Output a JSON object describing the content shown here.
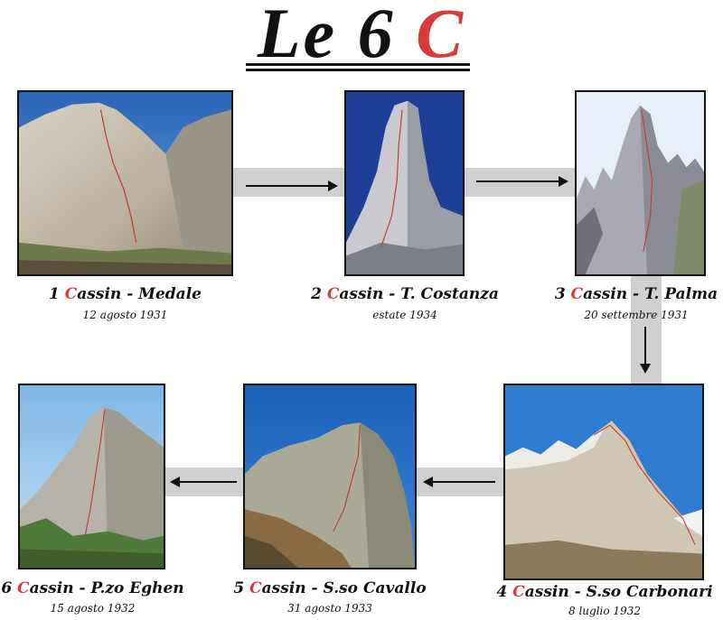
{
  "title": {
    "prefix": "Le 6 ",
    "accent": "C"
  },
  "routes": [
    {
      "num": "1",
      "initial": "C",
      "name": "assin - Medale",
      "date": "12 agosto 1931"
    },
    {
      "num": "2",
      "initial": "C",
      "name": "assin - T. Costanza",
      "date": "estate 1934"
    },
    {
      "num": "3",
      "initial": "C",
      "name": "assin - T. Palma",
      "date": "20 settembre 1931"
    },
    {
      "num": "4",
      "initial": "C",
      "name": "assin - S.so Carbonari",
      "date": "8 luglio 1932"
    },
    {
      "num": "5",
      "initial": "C",
      "name": "assin - S.so Cavallo",
      "date": "31 agosto 1933"
    },
    {
      "num": "6",
      "initial": "C",
      "name": "assin - P.zo Eghen",
      "date": "15 agosto 1932"
    }
  ],
  "colors": {
    "accent": "#d93a3a",
    "connector": "#d0d0d0",
    "route_line": "#c0392b"
  }
}
